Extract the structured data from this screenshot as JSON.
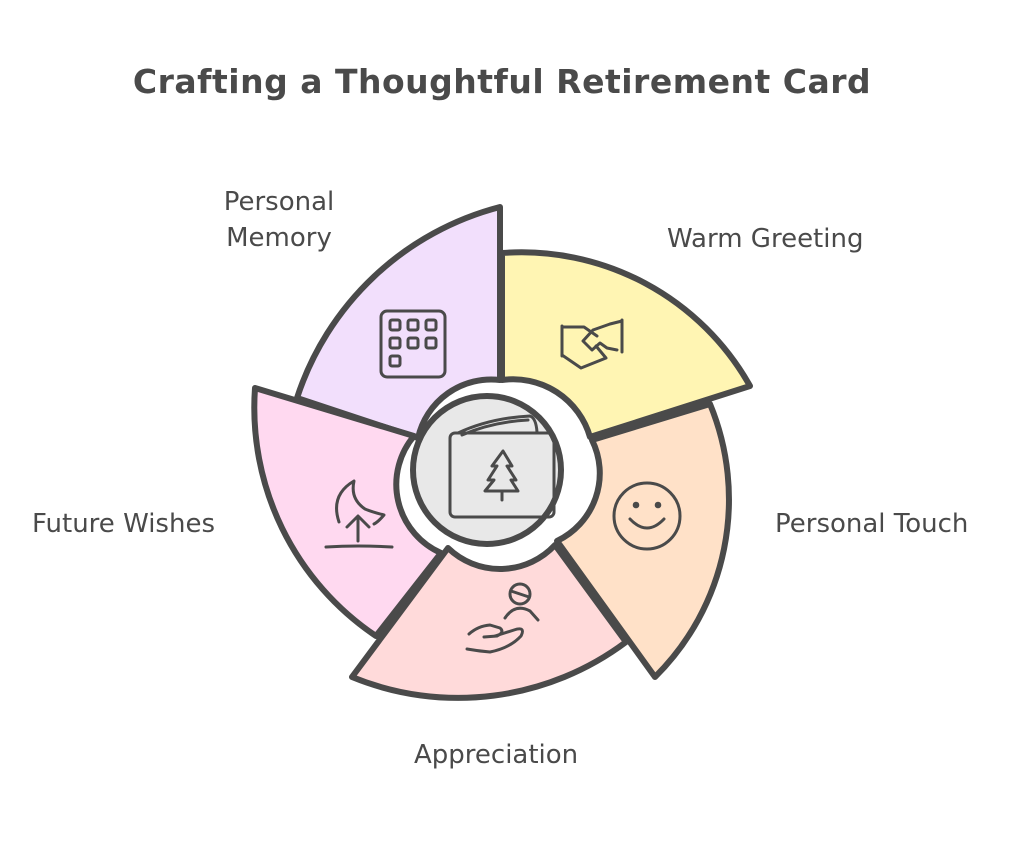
{
  "title": "Crafting a Thoughtful Retirement Card",
  "center": {
    "icon": "greeting-card-tree-icon",
    "fill": "#e8e8e8"
  },
  "segments": [
    {
      "id": "personal-memory",
      "label_line1": "Personal",
      "label_line2": "Memory",
      "icon": "calendar-grid-icon",
      "fill": "#f2dffc"
    },
    {
      "id": "warm-greeting",
      "label": "Warm Greeting",
      "icon": "handshake-icon",
      "fill": "#fff5b3"
    },
    {
      "id": "personal-touch",
      "label": "Personal Touch",
      "icon": "smiley-face-icon",
      "fill": "#ffe1c8"
    },
    {
      "id": "appreciation",
      "label": "Appreciation",
      "icon": "hand-offering-person-icon",
      "fill": "#ffdada"
    },
    {
      "id": "future-wishes",
      "label": "Future Wishes",
      "icon": "sunrise-arrow-icon",
      "fill": "#ffd9f0"
    }
  ],
  "stroke_color": "#4a4a4a"
}
